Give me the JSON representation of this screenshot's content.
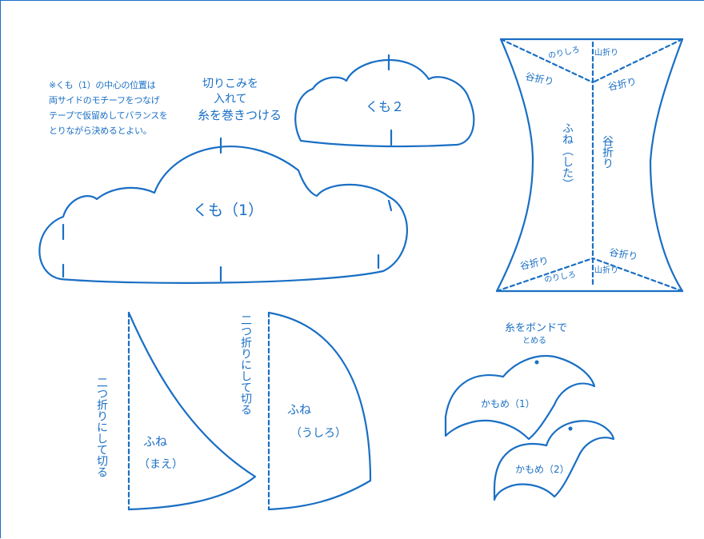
{
  "colors": {
    "ink": "#1a6fc4",
    "paper": "#ffffff",
    "frame": "#1a6fc4"
  },
  "note": {
    "line1": "※くも（1）の中心の位置は",
    "line2": "両サイドのモチーフをつなげ",
    "line3": "テープで仮留めしてバランスを",
    "line4": "とりながら決めるとよい。"
  },
  "labels": {
    "thread_line1": "切りこみを",
    "thread_line2": "入れて",
    "thread_line3": "糸を巻きつける",
    "cloud1": "くも（1）",
    "cloud2": "くも２",
    "sail_bottom": "ふね（した）",
    "valley_fold": "谷折り",
    "mountain_fold": "山折り",
    "glue_margin": "のりしろ",
    "sail_front": "ふね",
    "sail_front_sub": "（まえ）",
    "sail_back": "ふね",
    "sail_back_sub": "（うしろ）",
    "fold_cut": "二つ折りにして切る",
    "glue_thread_line1": "糸をボンドで",
    "glue_thread_line2": "とめる",
    "gull1": "かもめ（1）",
    "gull2": "かもめ（2）"
  }
}
